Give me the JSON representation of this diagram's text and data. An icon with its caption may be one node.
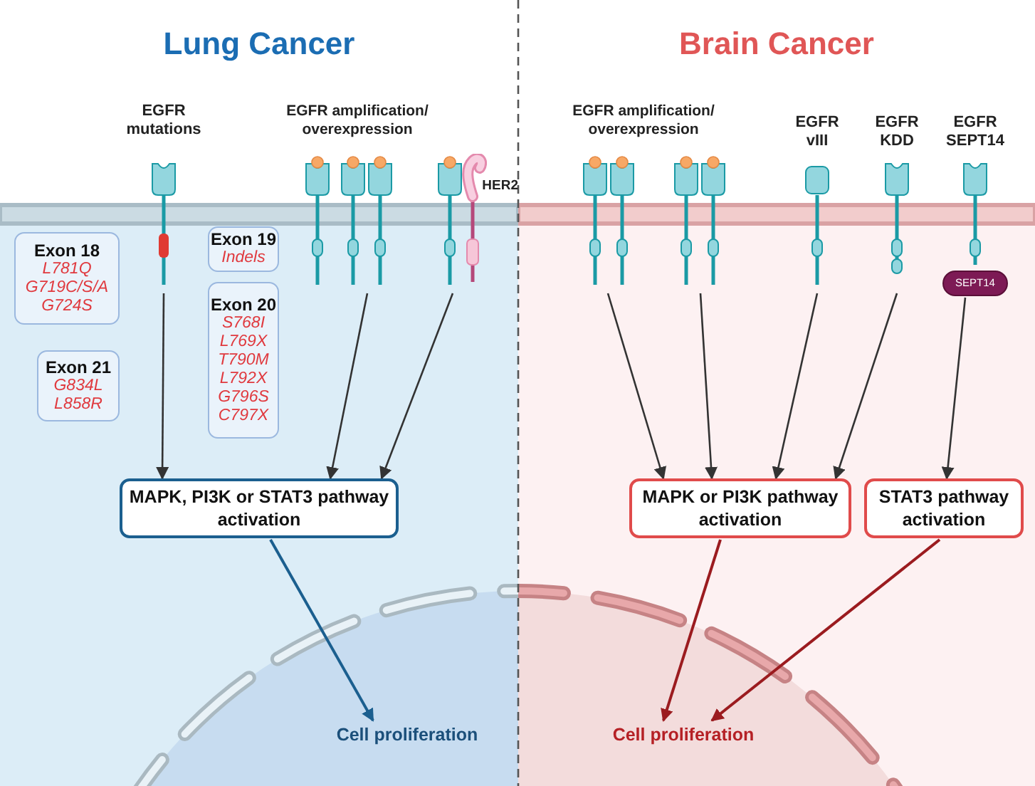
{
  "diagram": {
    "nodes": [
      {
        "text": [
          "EGFR mutations"
        ]
      },
      {
        "text": [
          "EGFR amplification/ overexpression"
        ]
      },
      {
        "text": [
          "HER2"
        ]
      },
      {
        "text": [
          "Exon 18",
          "L781Q",
          "G719C/S/A",
          "G724S"
        ]
      },
      {
        "text": [
          "Exon 19",
          "Indels"
        ]
      },
      {
        "text": [
          "Exon 20",
          "S768I",
          "L769X",
          "T790M",
          "L792X",
          "G796S",
          "C797X"
        ]
      },
      {
        "text": [
          "Exon 21",
          "G834L",
          "L858R"
        ]
      },
      {
        "text": [
          "MAPK, PI3K or STAT3 pathway activation"
        ]
      },
      {
        "text": [
          "Cell proliferation"
        ]
      },
      {
        "text": [
          "EGFR amplification/ overexpression"
        ]
      },
      {
        "text": [],
        "shape": "picture"
      },
      {
        "text": [],
        "shape": "picture"
      },
      {
        "text": [
          "EGFR vIII"
        ]
      },
      {
        "text": [
          "EGFR KDD"
        ]
      },
      {
        "text": [
          "EGFR SEPT14"
        ]
      },
      {
        "text": [
          "SEPT14"
        ]
      },
      {
        "text": [
          "MAPK or PI3K pathway activation"
        ]
      },
      {
        "text": [
          "STAT3 pathway activation"
        ]
      },
      {
        "text": [
          "Cell proliferation"
        ]
      }
    ],
    "edges": [
      {
        "from": 0,
        "to": 7,
        "arrow": "to"
      },
      {
        "from": 1,
        "to": 7,
        "arrow": "to"
      },
      {
        "from": 2,
        "to": 7,
        "arrow": "to"
      },
      {
        "from": 7,
        "to": 8,
        "arrow": "to",
        "color": "#1b5f8f"
      },
      {
        "from": 10,
        "to": 16,
        "arrow": "to"
      },
      {
        "from": 11,
        "to": 16,
        "arrow": "to"
      },
      {
        "from": 12,
        "to": 16,
        "arrow": "to"
      },
      {
        "from": 13,
        "to": 16,
        "arrow": "to"
      },
      {
        "from": 15,
        "to": 17,
        "arrow": "to"
      },
      {
        "from": 16,
        "to": 18,
        "arrow": "to",
        "color": "#9b1b1f"
      },
      {
        "from": 17,
        "to": 18,
        "arrow": "to",
        "color": "#9b1b1f"
      }
    ],
    "labels": [
      "Lung Cancer",
      "Brain Cancer"
    ]
  }
}
